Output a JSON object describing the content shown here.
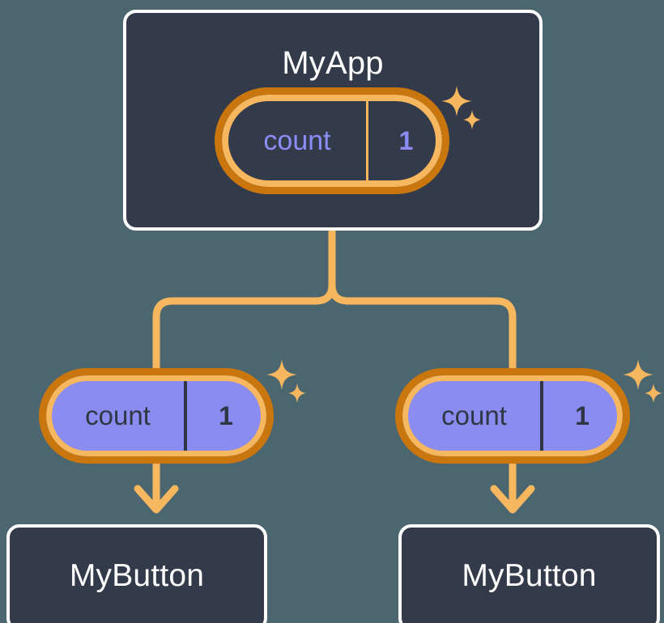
{
  "diagram": {
    "title_semantic": "react-state-propagation-tree",
    "background_color": "#4c6670",
    "accent_orange": "#f7b75f",
    "accent_orange_dark": "#c9760f",
    "accent_purple": "#8b8cf0",
    "node_dark": "#333a49",
    "node_border": "#ffffff"
  },
  "nodes": {
    "root": {
      "label": "MyApp",
      "state": {
        "key": "count",
        "value": "1"
      }
    },
    "children": [
      {
        "state": {
          "key": "count",
          "value": "1"
        },
        "label": "MyButton"
      },
      {
        "state": {
          "key": "count",
          "value": "1"
        },
        "label": "MyButton"
      }
    ]
  },
  "decorations": {
    "sparkle_count": 2,
    "sparkle_color": "#f7b75f"
  },
  "edges": {
    "root_to_split": "vertical",
    "split_to_children": "branching-tee",
    "child_to_button": "arrow-down"
  }
}
